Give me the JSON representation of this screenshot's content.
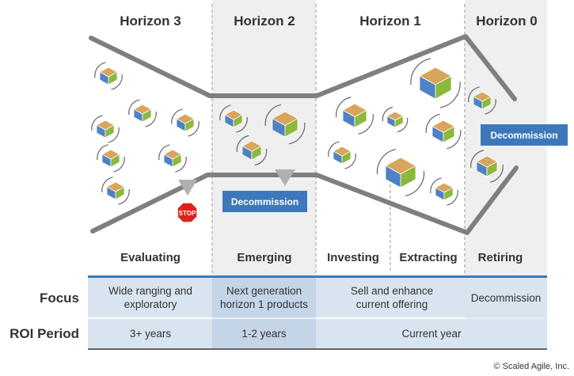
{
  "horizons": [
    "Horizon 3",
    "Horizon 2",
    "Horizon 1",
    "Horizon 0"
  ],
  "stages": [
    "Evaluating",
    "Emerging",
    "Investing",
    "Extracting",
    "Retiring"
  ],
  "decommission_label": "Decommission",
  "stop_label": "STOP",
  "focus": {
    "label": "Focus",
    "horizon3": "Wide ranging and exploratory",
    "horizon2": "Next generation horizon 1 products",
    "horizon1": "Sell and enhance current offering",
    "horizon0": "Decommission"
  },
  "roi": {
    "label": "ROI Period",
    "horizon3": "3+ years",
    "horizon2": "1-2 years",
    "horizon1": "Current year"
  },
  "copyright": "© Scaled Agile, Inc.",
  "colors": {
    "funnel_line": "#7f7f7f",
    "band_shade": "#efefef",
    "row_fill": "#d8e4f0",
    "row_fill_dark": "#c4d5e8",
    "accent_blue": "#3d78bc",
    "cube_top": "#d9a55b",
    "cube_left": "#4e82c4",
    "cube_right": "#8cb83c",
    "stop_red": "#e0201b"
  }
}
